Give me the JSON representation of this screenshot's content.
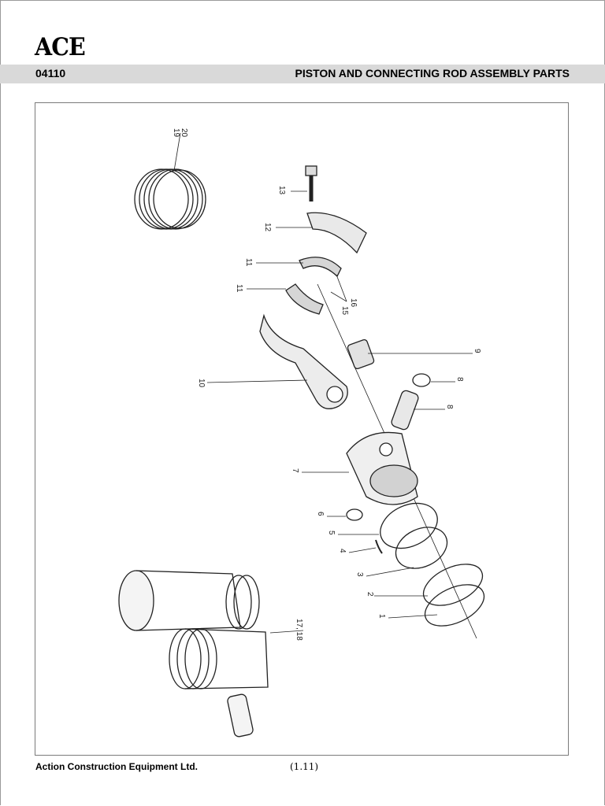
{
  "header": {
    "logo_text": "ACE",
    "doc_code": "04110",
    "title": "PISTON AND CONNECTING ROD ASSEMBLY PARTS"
  },
  "figure": {
    "callouts": [
      "19",
      "20",
      "13",
      "12",
      "11",
      "11",
      "15",
      "16",
      "9",
      "10",
      "8",
      "8",
      "7",
      "6",
      "5",
      "4",
      "3",
      "2",
      "1",
      "17, 18"
    ]
  },
  "footer": {
    "company": "Action Construction Equipment Ltd.",
    "page": "(1.11)"
  }
}
